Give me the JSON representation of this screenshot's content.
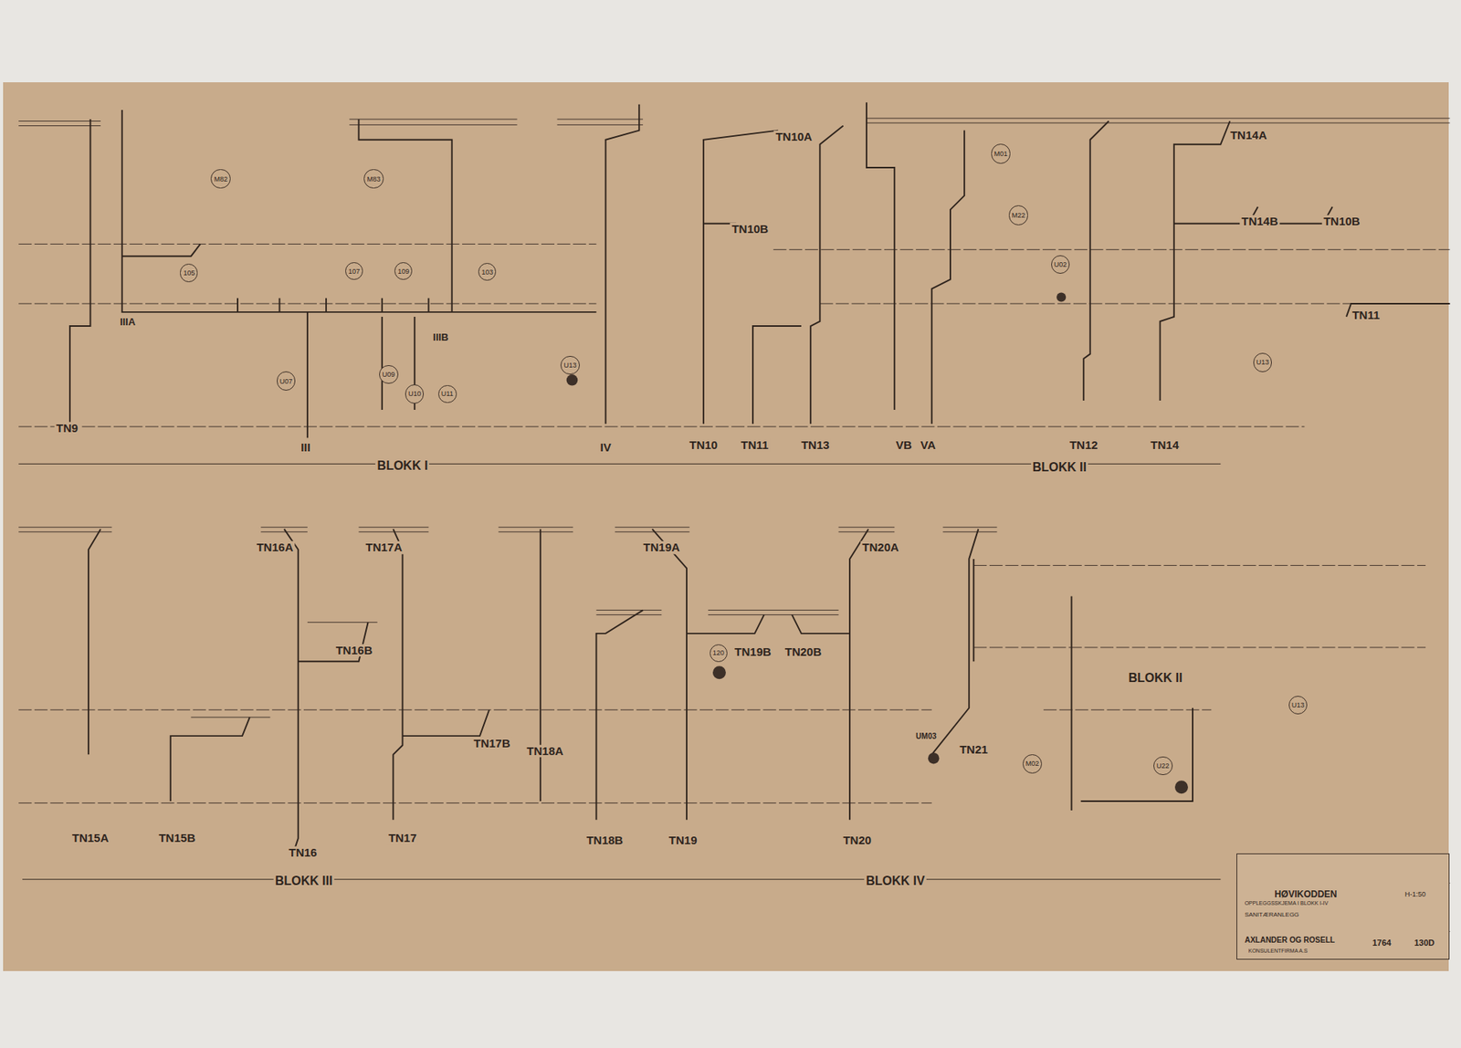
{
  "diagram": {
    "nodes": [
      {
        "text": [
          "M82"
        ]
      },
      {
        "text": [
          "M83"
        ]
      },
      {
        "text": [
          "105"
        ]
      },
      {
        "text": [
          "107"
        ]
      },
      {
        "text": [
          "109"
        ]
      },
      {
        "text": [
          "103"
        ]
      },
      {
        "text": [
          "U07"
        ]
      },
      {
        "text": [
          "U09"
        ]
      },
      {
        "text": [
          "U10"
        ]
      },
      {
        "text": [
          "U11"
        ]
      },
      {
        "text": [
          "U13"
        ]
      },
      {
        "text": [
          "M01"
        ]
      },
      {
        "text": [
          "M22"
        ]
      },
      {
        "text": [
          "U02"
        ]
      },
      {
        "text": [
          "U13"
        ]
      },
      {
        "text": [
          "120"
        ]
      },
      {
        "text": [
          "U13"
        ]
      },
      {
        "text": [
          "M02"
        ]
      },
      {
        "text": [
          "U22"
        ]
      },
      {
        "text": [
          "HØVIKODDEN",
          "OPPLEGGSSKJEMA I BLOKK I-IV",
          "SANITÆRANLEGG",
          "AXLANDER OG ROSELL",
          "KONSULENTFIRMA A.S",
          "H-1:50",
          "1764",
          "130D"
        ]
      }
    ],
    "labels": [
      "TN9",
      "III",
      "BLOKK I",
      "IV",
      "TN10",
      "TN11",
      "TN13",
      "VB",
      "VA",
      "TN12",
      "TN14",
      "BLOKK II",
      "TN10A",
      "TN10B",
      "TN14A",
      "TN14B",
      "TN10B",
      "TN11",
      "IIIA",
      "IIIB",
      "TN16A",
      "TN17A",
      "TN19A",
      "TN20A",
      "TN16B",
      "TN19B",
      "TN20B",
      "TN17B",
      "TN18A",
      "TN21",
      "BLOKK II",
      "UM03",
      "TN15A",
      "TN15B",
      "TN16",
      "TN17",
      "TN18B",
      "TN19",
      "TN20",
      "BLOKK III",
      "BLOKK IV"
    ]
  }
}
